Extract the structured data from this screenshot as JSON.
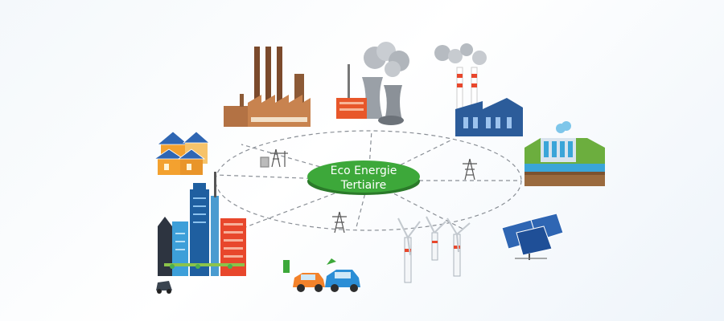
{
  "hub": {
    "line1": "Eco Energie",
    "line2": "Tertiaire",
    "color": "#3da83a"
  },
  "colors": {
    "connector": "#8a8f96",
    "factory_brown": "#c8834f",
    "power_orange": "#e8572a",
    "industry_blue": "#2c5c9a",
    "water": "#3aa5d8",
    "solar": "#2f66b3",
    "house_orange": "#f3a12f",
    "tower_red": "#e8472c"
  },
  "nodes": [
    {
      "id": "brick-factory",
      "icon": "factory-icon"
    },
    {
      "id": "nuclear-plant",
      "icon": "cooling-tower-icon"
    },
    {
      "id": "industrial-plant",
      "icon": "smokestack-plant-icon"
    },
    {
      "id": "hydro-dam",
      "icon": "hydro-dam-icon"
    },
    {
      "id": "solar-farm",
      "icon": "solar-panel-icon"
    },
    {
      "id": "wind-farm",
      "icon": "wind-turbine-icon"
    },
    {
      "id": "electric-cars",
      "icon": "electric-car-icon"
    },
    {
      "id": "smart-city",
      "icon": "city-buildings-icon"
    },
    {
      "id": "solar-houses",
      "icon": "house-icon"
    }
  ]
}
